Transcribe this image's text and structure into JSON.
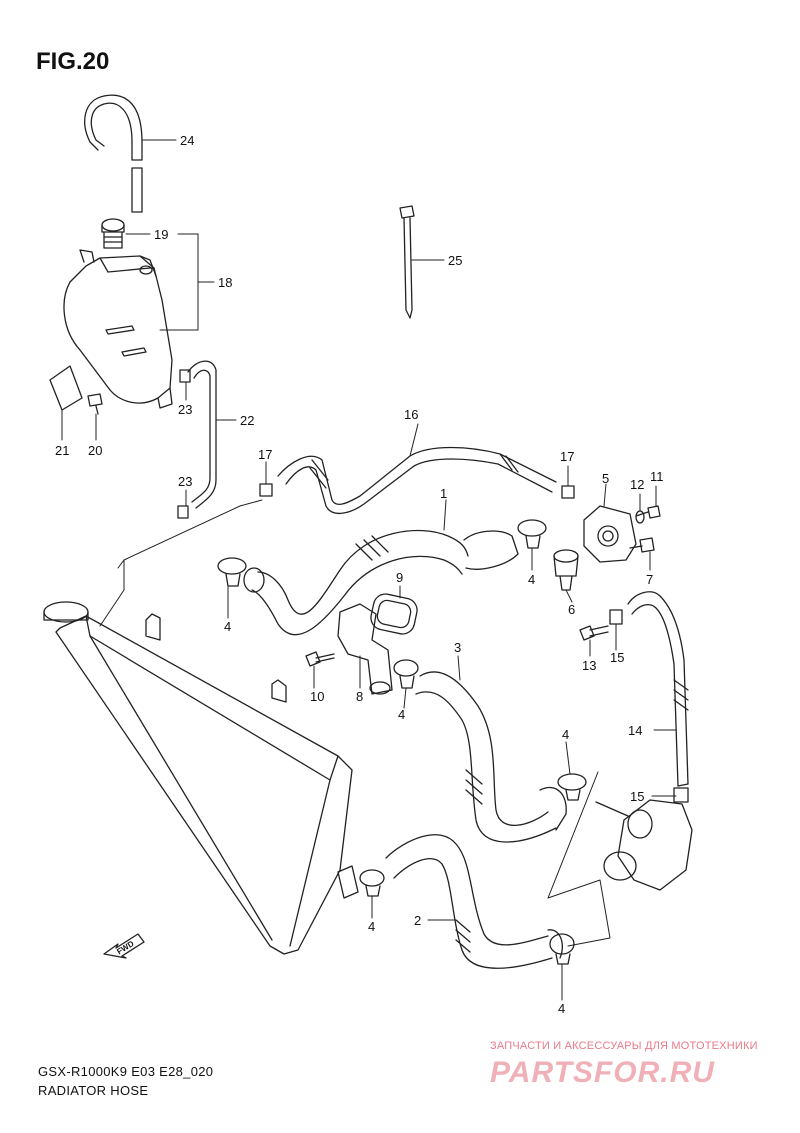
{
  "figure": {
    "title": "FIG.20",
    "model_code": "GSX-R1000K9 E03 E28_020",
    "name": "RADIATOR HOSE",
    "fwd_label": "FWD"
  },
  "watermark": {
    "tagline": "ЗАПЧАСТИ И АКСЕССУАРЫ ДЛЯ МОТОТЕХНИКИ",
    "logo": "PARTSFOR.RU"
  },
  "callouts": [
    {
      "id": "c24",
      "label": "24"
    },
    {
      "id": "c19",
      "label": "19"
    },
    {
      "id": "c18",
      "label": "18"
    },
    {
      "id": "c25",
      "label": "25"
    },
    {
      "id": "c22",
      "label": "22"
    },
    {
      "id": "c23a",
      "label": "23"
    },
    {
      "id": "c21",
      "label": "21"
    },
    {
      "id": "c20",
      "label": "20"
    },
    {
      "id": "c16",
      "label": "16"
    },
    {
      "id": "c17a",
      "label": "17"
    },
    {
      "id": "c17b",
      "label": "17"
    },
    {
      "id": "c5",
      "label": "5"
    },
    {
      "id": "c12",
      "label": "12"
    },
    {
      "id": "c11",
      "label": "11"
    },
    {
      "id": "c23b",
      "label": "23"
    },
    {
      "id": "c1",
      "label": "1"
    },
    {
      "id": "c4a",
      "label": "4"
    },
    {
      "id": "c6",
      "label": "6"
    },
    {
      "id": "c7",
      "label": "7"
    },
    {
      "id": "c4b",
      "label": "4"
    },
    {
      "id": "c9",
      "label": "9"
    },
    {
      "id": "c13",
      "label": "13"
    },
    {
      "id": "c15a",
      "label": "15"
    },
    {
      "id": "c10",
      "label": "10"
    },
    {
      "id": "c8",
      "label": "8"
    },
    {
      "id": "c3",
      "label": "3"
    },
    {
      "id": "c4c",
      "label": "4"
    },
    {
      "id": "c14",
      "label": "14"
    },
    {
      "id": "c4d",
      "label": "4"
    },
    {
      "id": "c15b",
      "label": "15"
    },
    {
      "id": "c2",
      "label": "2"
    },
    {
      "id": "c4e",
      "label": "4"
    },
    {
      "id": "c4f",
      "label": "4"
    }
  ]
}
